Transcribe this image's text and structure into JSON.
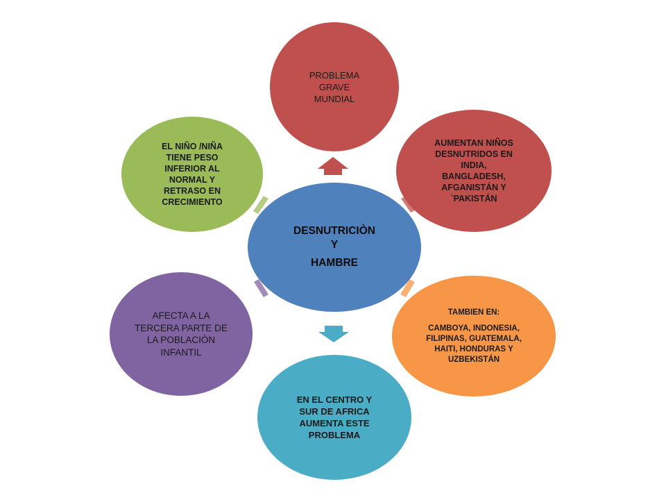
{
  "colors": {
    "center": "#4F81BD",
    "problem": "#C0504D",
    "asia": "#F79646",
    "africa": "#4BACC6",
    "population": "#8064A2",
    "effects": "#9BBB59",
    "arrow_up": "#C0504D",
    "arrow_down": "#4BACC6"
  },
  "center": {
    "line1": "DESNUTRICIÒN",
    "line2": "Y",
    "line3": "HAMBRE"
  },
  "nodes": {
    "top": {
      "lines": [
        "PROBLEMA",
        "GRAVE",
        "MUNDIAL"
      ]
    },
    "top_right": {
      "lines": [
        "AUMENTAN NIÑOS",
        "DESNUTRIDOS EN",
        "INDIA,",
        "BANGLADESH,",
        "AFGANISTÁN Y",
        "`PAKISTÁN"
      ]
    },
    "bottom_right": {
      "heading": "TAMBIEN EN:",
      "lines": [
        "CAMBOYA, INDONESIA,",
        "FILIPINAS, GUATEMALA,",
        "HAITI, HONDURAS Y",
        "UZBEKISTÁN"
      ]
    },
    "bottom": {
      "lines": [
        "EN EL CENTRO Y",
        "SUR DE AFRICA",
        "AUMENTA ESTE",
        "PROBLEMA"
      ]
    },
    "bottom_left": {
      "lines": [
        "AFECTA A LA",
        "TERCERA PARTE DE",
        "LA POBLACIÒN",
        "INFANTIL"
      ]
    },
    "top_left": {
      "lines": [
        "EL NIÑO /NIÑA",
        "TIENE PESO",
        "INFERIOR AL",
        "NORMAL  Y",
        "RETRASO EN",
        "CRECIMIENTO"
      ]
    }
  }
}
